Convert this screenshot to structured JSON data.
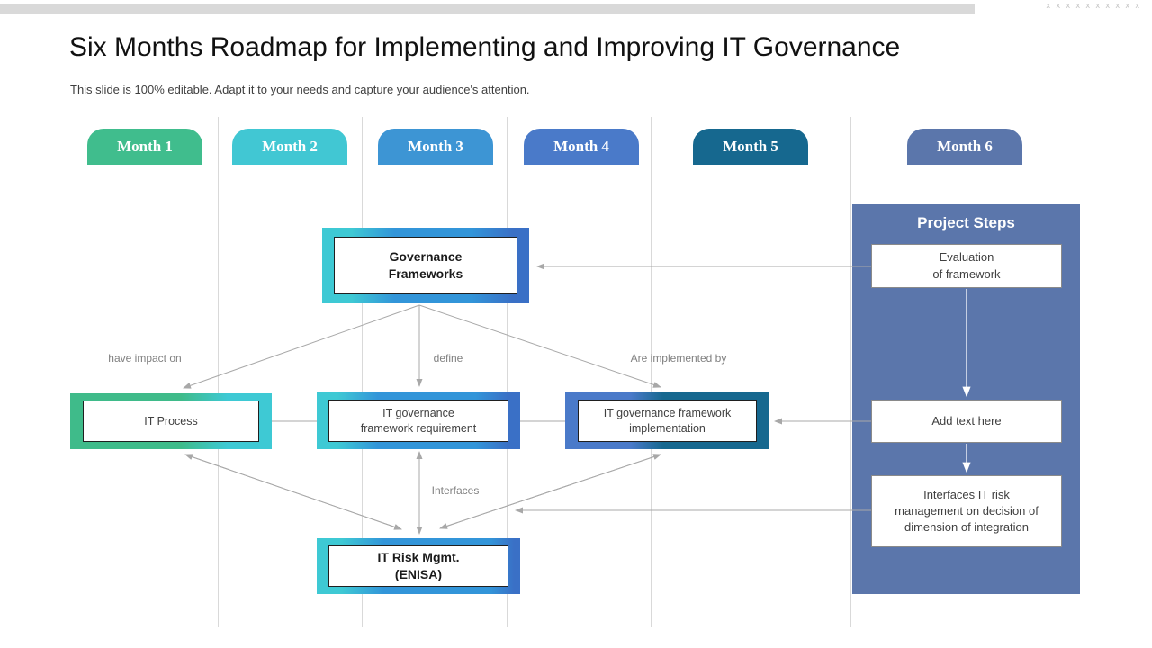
{
  "page": {
    "decorative_x_row": "x x x x x x x x x x"
  },
  "header": {
    "title": "Six Months Roadmap for Implementing and Improving IT Governance",
    "subtitle": "This slide is 100% editable. Adapt it to your needs and capture your audience's attention."
  },
  "months": [
    {
      "label": "Month 1",
      "color": "#40bd8d"
    },
    {
      "label": "Month 2",
      "color": "#41c7d3"
    },
    {
      "label": "Month 3",
      "color": "#3d95d4"
    },
    {
      "label": "Month 4",
      "color": "#4a7ac9"
    },
    {
      "label": "Month 5",
      "color": "#16688f"
    },
    {
      "label": "Month 6",
      "color": "#5b76ab"
    }
  ],
  "boxes": [
    {
      "label": "Governance\nFrameworks",
      "frame": [
        "#3ec9d4 0%",
        "#3ec9d4 14%",
        "#3295d9 35%",
        "#3295d9 72%",
        "#3a70c6 92%"
      ]
    },
    {
      "label": "IT Process",
      "frame": [
        "#3fbb8a 0%",
        "#3fbb8a 55%",
        "#3ec9d4 78%",
        "#3ec9d4 100%"
      ]
    },
    {
      "label": "IT governance\nframework requirement",
      "frame": [
        "#3ec9d4 0%",
        "#3ec9d4 10%",
        "#3295d9 30%",
        "#3295d9 78%",
        "#3a70c6 94%"
      ]
    },
    {
      "label": "IT governance framework\nimplementation",
      "frame": [
        "#4a7ac9 0%",
        "#4a7ac9 32%",
        "#16688f 48%",
        "#16688f 100%"
      ]
    },
    {
      "label": "IT Risk Mgmt.\n(ENISA)",
      "frame": [
        "#3ec9d4 0%",
        "#3ec9d4 12%",
        "#3295d9 33%",
        "#3295d9 85%",
        "#3a70c6 97%"
      ]
    }
  ],
  "connector_labels": {
    "have_impact_on": "have impact on",
    "define": "define",
    "are_implemented_by": "Are implemented by",
    "interfaces": "Interfaces"
  },
  "panel": {
    "title": "Project Steps",
    "color": "#5b76ab",
    "steps": [
      {
        "label": "Evaluation\nof framework"
      },
      {
        "label": "Add text here"
      },
      {
        "label": "Interfaces IT risk\nmanagement on decision of\ndimension of integration"
      }
    ]
  },
  "colors": {
    "topbar": "#d9d9d9",
    "gridline": "#d9d9d9",
    "connector": "#a8a8a8",
    "panel_arrow": "#ffffff",
    "title_text": "#111111",
    "subtitle_text": "#3f3f3f"
  }
}
